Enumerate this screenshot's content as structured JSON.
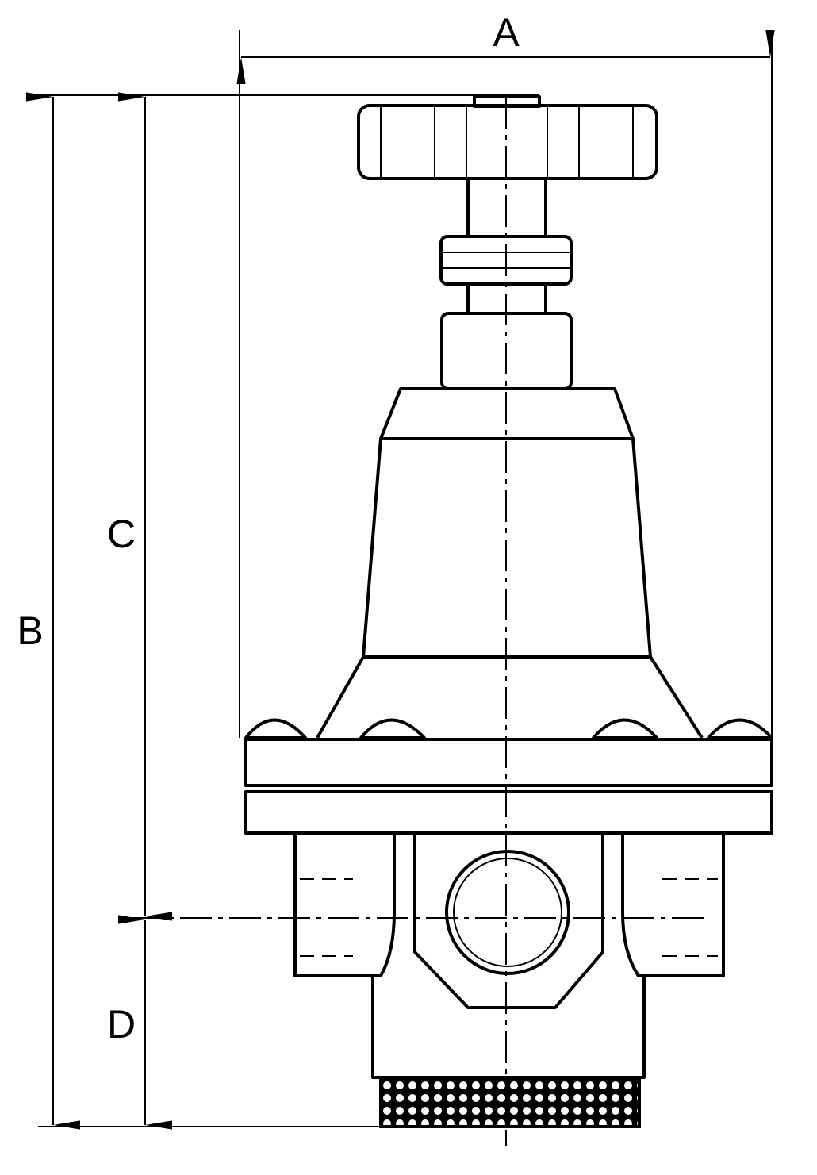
{
  "dimensions": {
    "a_label": "A",
    "b_label": "B",
    "c_label": "C",
    "d_label": "D"
  },
  "colors": {
    "line": "#000000",
    "background": "#ffffff"
  }
}
